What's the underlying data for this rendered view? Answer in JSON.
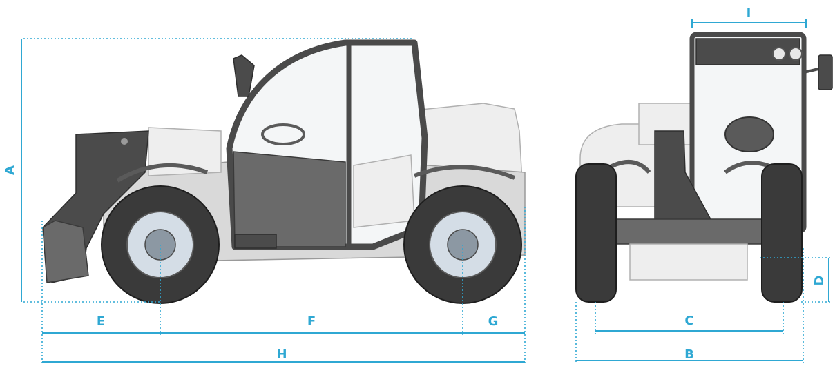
{
  "dimension_labels": {
    "A": "A",
    "B": "B",
    "C": "C",
    "D": "D",
    "E": "E",
    "F": "F",
    "G": "G",
    "H": "H",
    "I": "I"
  },
  "colors": {
    "dimension_line": "#2fa8d3",
    "machine_body": "#d9d9d9",
    "cab_frame": "#4a4a4a",
    "tire": "#3a3a3a"
  }
}
